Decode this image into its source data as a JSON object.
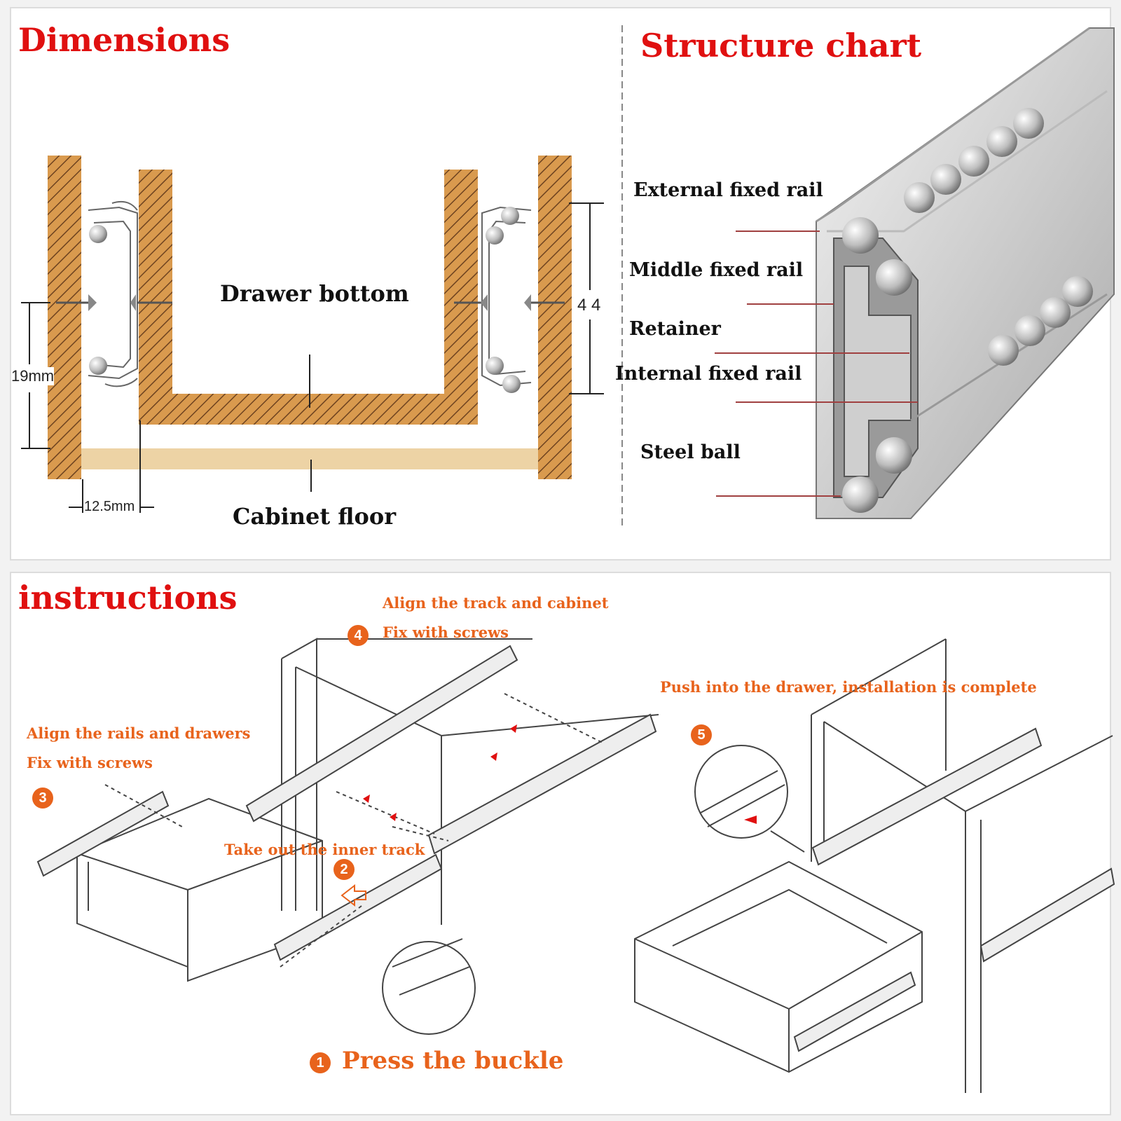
{
  "dimensions": {
    "title": "Dimensions",
    "drawer_bottom": "Drawer bottom",
    "cabinet_floor": "Cabinet floor",
    "height_19": "19mm",
    "gap_12_5": "12.5mm",
    "height_44": "4 4"
  },
  "structure": {
    "title": "Structure chart",
    "labels": [
      "External fixed rail",
      "Middle fixed rail",
      "Retainer",
      "Internal fixed rail",
      "Steel ball"
    ]
  },
  "instructions": {
    "title": "instructions",
    "step1": {
      "num": "1",
      "text": "Press the buckle"
    },
    "step2": {
      "num": "2",
      "text": "Take out the inner track"
    },
    "step3": {
      "num": "3",
      "line1": "Align the rails and drawers",
      "line2": "Fix with screws"
    },
    "step4": {
      "num": "4",
      "line1": "Align the track and cabinet",
      "line2": "Fix with screws"
    },
    "step5": {
      "num": "5",
      "text": "Push into the drawer, installation is complete"
    }
  },
  "colors": {
    "title_red": "#e01010",
    "step_orange": "#e8631c",
    "wood": "#d99a4e",
    "floor": "#edd3a5"
  }
}
